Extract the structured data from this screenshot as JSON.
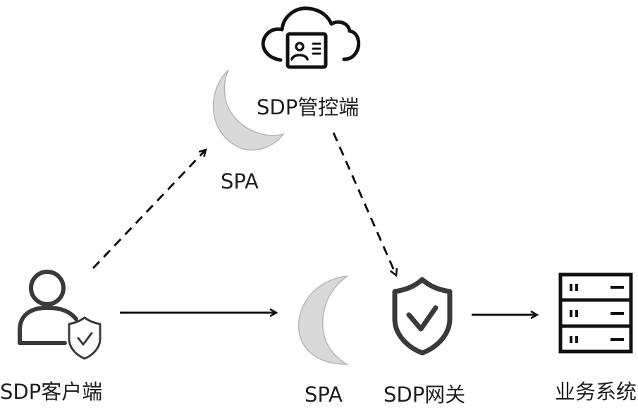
{
  "nodes": {
    "controller": {
      "label": "SDP管控端",
      "icon": "cloud-id-card-icon"
    },
    "spa_top": {
      "label": "SPA",
      "icon": "crescent-moon-icon"
    },
    "client": {
      "label": "SDP客户端",
      "icon": "user-shield-icon"
    },
    "spa_bottom": {
      "label": "SPA",
      "icon": "crescent-moon-icon"
    },
    "gateway": {
      "label": "SDP网关",
      "icon": "shield-check-icon"
    },
    "business": {
      "label": "业务系统",
      "icon": "server-rack-icon"
    }
  },
  "edges": [
    {
      "from": "client",
      "to": "spa_top",
      "style": "dashed"
    },
    {
      "from": "controller",
      "to": "gateway",
      "style": "dashed"
    },
    {
      "from": "client",
      "to": "spa_bottom",
      "style": "solid"
    },
    {
      "from": "gateway",
      "to": "business",
      "style": "solid"
    }
  ],
  "colors": {
    "stroke": "#111111",
    "moon_fill": "#d9d9d9",
    "moon_stroke": "#b5b5b5",
    "icon_gray": "#3a3a3a"
  }
}
